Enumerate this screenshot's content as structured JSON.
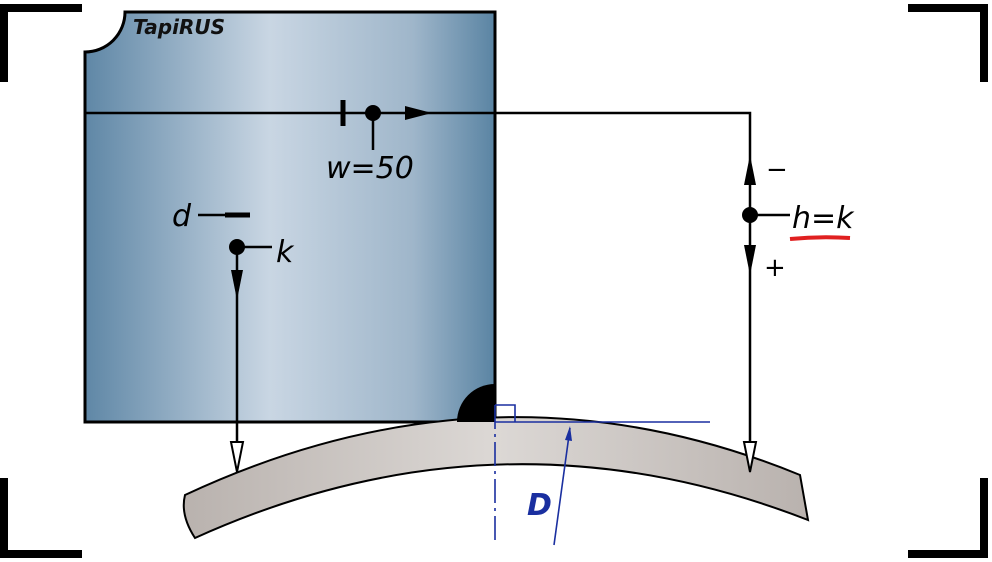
{
  "logo": "TapiRUS",
  "labels": {
    "w": "w=50",
    "d": "d",
    "k": "k",
    "h": "h=k",
    "minus": "−",
    "plus": "+",
    "D": "D"
  },
  "colors": {
    "block_dark": "#5b86a6",
    "block_light": "#c8d6e4",
    "plate": "#c9c3bf",
    "blue": "#1a2fa0",
    "red": "#e02020"
  }
}
